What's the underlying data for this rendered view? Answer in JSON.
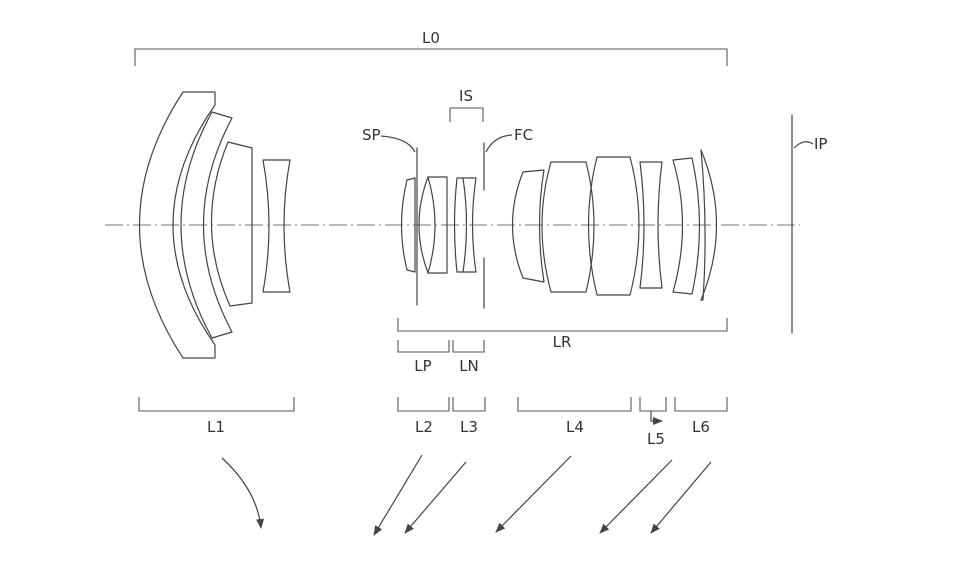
{
  "labels": {
    "l0": "L0",
    "is": "IS",
    "sp": "SP",
    "fc": "FC",
    "ip": "IP",
    "lr": "LR",
    "lp": "LP",
    "ln": "LN",
    "l1": "L1",
    "l2": "L2",
    "l3": "L3",
    "l4": "L4",
    "l5": "L5",
    "l6": "L6"
  }
}
